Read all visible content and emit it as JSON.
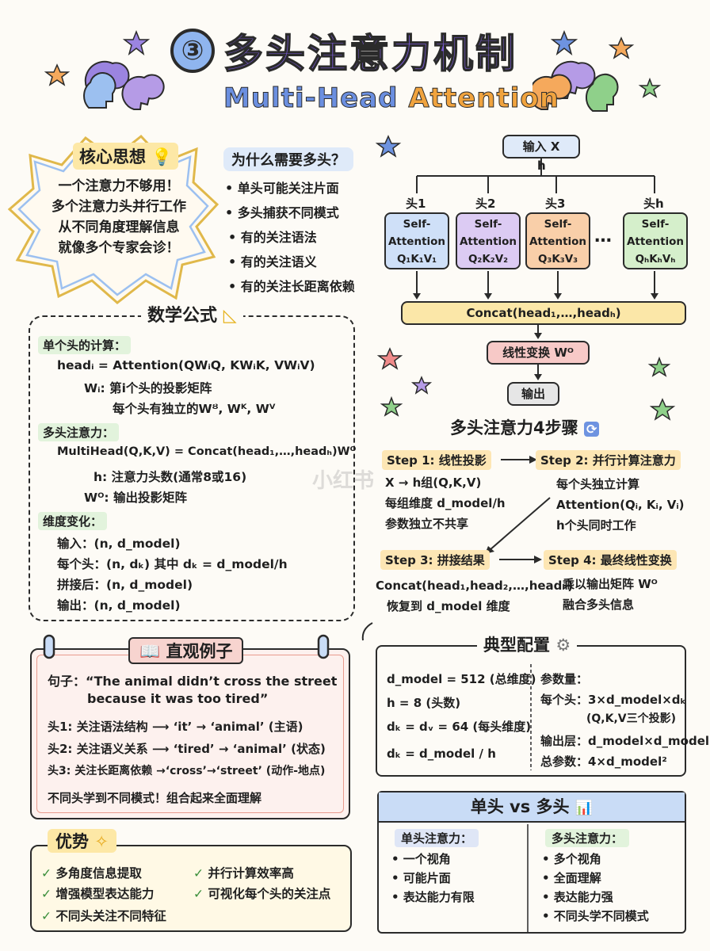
{
  "header": {
    "number": "③",
    "title_cn": "多头注意力机制",
    "title_en_1": "Multi-Head",
    "title_en_2": "Attention"
  },
  "core_idea": {
    "title": "核心思想",
    "lines": [
      "一个注意力不够用！",
      "多个注意力头并行工作",
      "从不同角度理解信息",
      "就像多个专家会诊！"
    ]
  },
  "why": {
    "title": "为什么需要多头？",
    "items": [
      "• 单头可能关注片面",
      "• 多头捕获不同模式",
      "• 有的关注语法",
      "• 有的关注语义",
      "• 有的关注长距离依赖"
    ]
  },
  "flow": {
    "input": "输入 X",
    "h": "h",
    "heads": [
      {
        "label": "头1",
        "l1": "Self-",
        "l2": "Attention",
        "qkv": "Q₁K₁V₁",
        "color": "#cfe0f8"
      },
      {
        "label": "头2",
        "l1": "Self-",
        "l2": "Attention",
        "qkv": "Q₂K₂V₂",
        "color": "#dccbf3"
      },
      {
        "label": "头3",
        "l1": "Self-",
        "l2": "Attention",
        "qkv": "Q₃K₃V₃",
        "color": "#f9cfa9"
      },
      {
        "label": "头h",
        "l1": "Self-",
        "l2": "Attention",
        "qkv": "QₕKₕVₕ",
        "color": "#d5efcb"
      }
    ],
    "ellipsis": "…",
    "concat": "Concat(head₁,…,headₕ)",
    "linear": "线性变换 Wᴼ",
    "output": "输出"
  },
  "formula": {
    "title": "数学公式",
    "single_title": "单个头的计算：",
    "single_1": "headᵢ = Attention(QWᵢQ, KWᵢK, VWᵢV)",
    "single_2": "Wᵢ: 第i个头的投影矩阵",
    "single_3": "每个头有独立的Wᴽ, Wᴷ, Wⱽ",
    "multi_title": "多头注意力：",
    "multi_1": "MultiHead(Q,K,V) = Concat(head₁,…,headₕ)Wᴼ",
    "multi_2": "h: 注意力头数(通常8或16)",
    "multi_3": "Wᴼ: 输出投影矩阵",
    "dim_title": "维度变化：",
    "dim_1": "输入：(n, d_model)",
    "dim_2": "每个头：(n, dₖ) 其中 dₖ = d_model/h",
    "dim_3": "拼接后：(n, d_model)",
    "dim_4": "输出：(n, d_model)"
  },
  "steps": {
    "title": "多头注意力4步骤",
    "s1_label": "Step 1: 线性投影",
    "s1_lines": [
      "X → h组(Q,K,V)",
      "每组维度 d_model/h",
      "参数独立不共享"
    ],
    "s2_label": "Step 2: 并行计算注意力",
    "s2_lines": [
      "每个头独立计算",
      "Attention(Qᵢ, Kᵢ, Vᵢ)",
      "h个头同时工作"
    ],
    "s3_label": "Step 3: 拼接结果",
    "s3_lines": [
      "Concat(head₁,head₂,…,headₕ)",
      "恢复到 d_model 维度"
    ],
    "s4_label": "Step 4: 最终线性变换",
    "s4_lines": [
      "乘以输出矩阵 Wᴼ",
      "融合多头信息"
    ]
  },
  "example": {
    "title": "直观例子",
    "sentence_1": "句子：“The animal didn’t cross the street",
    "sentence_2": "because it was too tired”",
    "h1": "头1: 关注语法结构 ⟶ ‘it’ → ‘animal’ (主语)",
    "h2": "头2: 关注语义关系 ⟶ ‘tired’ → ‘animal’ (状态)",
    "h3": "头3: 关注长距离依赖 →‘cross’→‘street’ (动作-地点)",
    "conclusion": "不同头学到不同模式！组合起来全面理解"
  },
  "config": {
    "title": "典型配置",
    "l1": "d_model = 512 (总维度)",
    "l2": "h = 8 (头数)",
    "l3": "dₖ = dᵥ = 64 (每头维度)",
    "l4": "dₖ = d_model / h",
    "r_title": "参数量：",
    "r1": "每个头：3×d_model×dₖ",
    "r2": "(Q,K,V三个投影)",
    "r3": "输出层：d_model×d_model",
    "r4": "总参数：4×d_model²"
  },
  "compare": {
    "title": "单头 vs 多头",
    "single_title": "单头注意力：",
    "single_items": [
      "• 一个视角",
      "• 可能片面",
      "• 表达能力有限"
    ],
    "multi_title": "多头注意力：",
    "multi_items": [
      "• 多个视角",
      "• 全面理解",
      "• 表达能力强",
      "• 不同头学不同模式"
    ]
  },
  "advantages": {
    "title": "优势",
    "left": [
      "多角度信息提取",
      "增强模型表达能力",
      "不同头关注不同特征"
    ],
    "right": [
      "并行计算效率高",
      "可视化每个头的关注点"
    ]
  },
  "watermark": "小红书"
}
